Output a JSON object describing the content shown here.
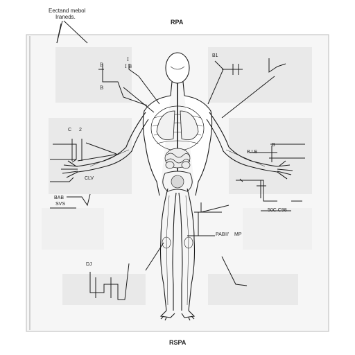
{
  "header": {
    "note": [
      "Eectand mebol",
      "Iraneds."
    ],
    "top_label": "RPA"
  },
  "footer": {
    "bottom_label": "RSPA"
  },
  "callouts": {
    "top_left_1": "I",
    "top_left_2": "B",
    "top_left_3": "B",
    "top_center_1": "I",
    "top_center_2": "B",
    "b1": "B1",
    "c": "C",
    "two": "2",
    "clv": "CLV",
    "bab_left": "BAB",
    "bab_left2": "SVS",
    "right_mid": "B.I.E",
    "right_small": "B",
    "right_code": "50C C98",
    "pab": "PAB",
    "mid_tick": "II'",
    "mp": "MP",
    "dj": "DJ"
  },
  "colors": {
    "line": "#1a1a1a",
    "panel": "#ededed",
    "panel_light": "#f3f3f3"
  }
}
